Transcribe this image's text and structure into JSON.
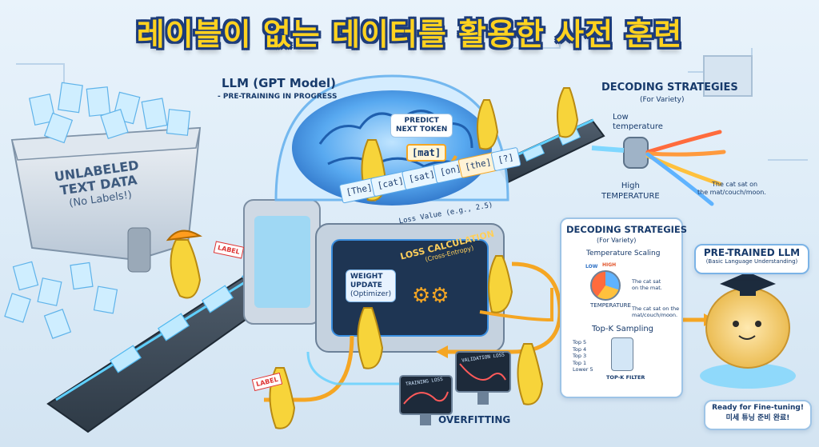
{
  "title": "레이블이 없는 데이터를 활용한 사전 훈련",
  "hopper": {
    "label_line1": "UNLABELED",
    "label_line2": "TEXT DATA",
    "label_line3": "(No Labels!)",
    "sign_text": "LABEL"
  },
  "model": {
    "title": "LLM (GPT Model)",
    "subtitle": "- PRE-TRAINING IN PROGRESS",
    "predict_line1": "PREDICT",
    "predict_line2": "NEXT TOKEN",
    "predicted": "[mat]",
    "tokens": [
      "[The]",
      "[cat]",
      "[sat]",
      "[on]",
      "[the]",
      "[?]"
    ],
    "loss_value": "Loss Value (e.g., 2.5)",
    "loss_calc": "LOSS CALCULATION",
    "loss_calc_sub": "(Cross-Entropy)",
    "weight_line1": "WEIGHT",
    "weight_line2": "UPDATE",
    "weight_line3": "(Optimizer)"
  },
  "decoding_top": {
    "title": "DECODING STRATEGIES",
    "subtitle": "(For Variety)",
    "low1": "Low",
    "low2": "temperature",
    "high1": "High",
    "high2": "TEMPERATURE",
    "out1": "The cat sat on",
    "out2": "the mat/couch/moon."
  },
  "decoding_panel": {
    "title": "DECODING STRATEGIES",
    "subtitle": "(For Variety)",
    "temp_scaling": "Temperature Scaling",
    "dial_low": "LOW",
    "dial_high": "HIGH",
    "dial_label": "TEMPERATURE",
    "out_a1": "The cat sat",
    "out_a2": "on the mat.",
    "out_b1": "The cat sat on the",
    "out_b2": "mat/couch/moon.",
    "topk": "Top-K Sampling",
    "ranks": [
      "Top 5",
      "Top 4",
      "Top 3",
      "Top 1",
      "Lower 5"
    ],
    "filter": "TOP-K FILTER"
  },
  "monitors": {
    "training": "TRAINING LOSS",
    "validation": "VALIDATION LOSS",
    "overfitting": "OVERFITTING"
  },
  "pretrained": {
    "title": "PRE-TRAINED LLM",
    "subtitle": "(Basic Language Understanding)",
    "ready1": "Ready for Fine-tuning!",
    "ready2": "미세 튜닝 준비 완료!"
  },
  "colors": {
    "title_fill": "#ffd21f",
    "title_outline": "#1d3c7a",
    "brain_blue": "#3b8fe0",
    "conveyor_glow": "#5fd0ff",
    "arrow_orange": "#f5a623",
    "banana": "#f7d43a"
  }
}
